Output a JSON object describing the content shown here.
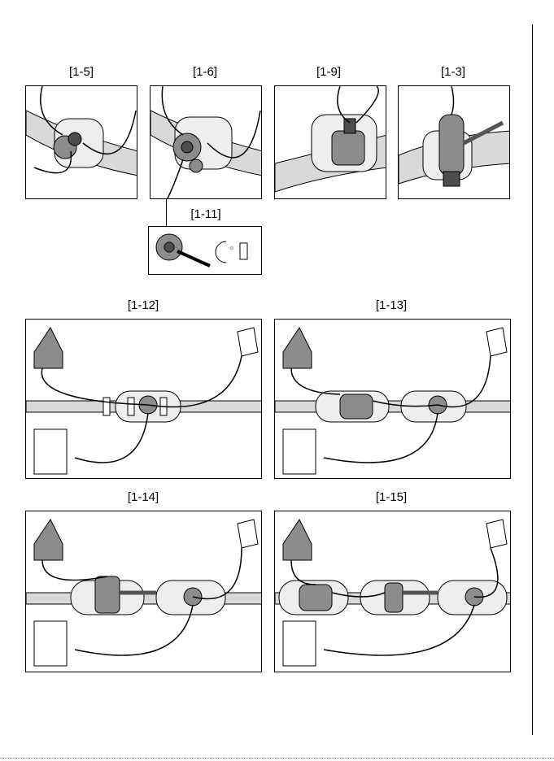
{
  "figures": {
    "fig_1_5": {
      "label": "[1-5]"
    },
    "fig_1_6": {
      "label": "[1-6]"
    },
    "fig_1_9": {
      "label": "[1-9]"
    },
    "fig_1_3": {
      "label": "[1-3]"
    },
    "fig_1_11": {
      "label": "[1-11]"
    },
    "fig_1_12": {
      "label": "[1-12]"
    },
    "fig_1_13": {
      "label": "[1-13]"
    },
    "fig_1_14": {
      "label": "[1-14]"
    },
    "fig_1_15": {
      "label": "[1-15]"
    }
  },
  "icons": {
    "head_unit": "hood-icon",
    "spray_gun": "spray-gun-icon",
    "filter_unit": "air-filter-unit-icon",
    "belt": "belt-icon",
    "regulator": "regulator-icon",
    "heater": "climate-unit-icon",
    "knob": "control-knob-icon",
    "temp_symbol": "temperature-adjust-icon"
  },
  "colors": {
    "line": "#000000",
    "belt_fill": "#d9d9d9",
    "device_fill": "#8c8c8c",
    "device_dark": "#4d4d4d",
    "plate_fill": "#eeeeee"
  }
}
